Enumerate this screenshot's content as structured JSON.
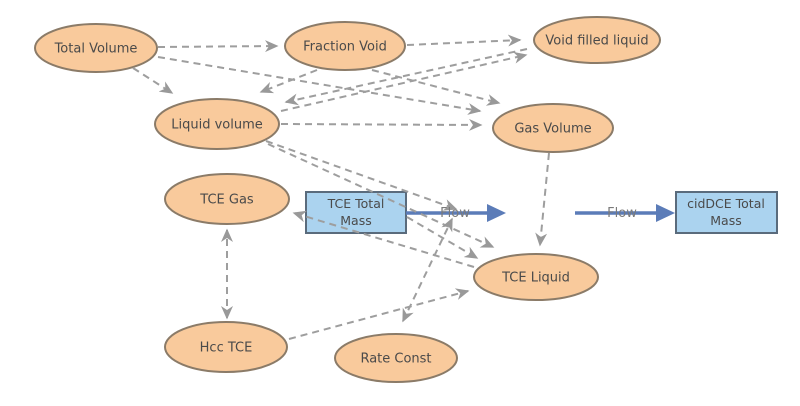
{
  "diagram": {
    "type": "system-dynamics-model",
    "nodes": {
      "total_volume": {
        "label": "Total Volume"
      },
      "fraction_void": {
        "label": "Fraction Void"
      },
      "void_filled_liquid": {
        "label": "Void filled liquid"
      },
      "liquid_volume": {
        "label": "Liquid volume"
      },
      "gas_volume": {
        "label": "Gas Volume"
      },
      "tce_gas": {
        "label": "TCE Gas"
      },
      "tce_liquid": {
        "label": "TCE Liquid"
      },
      "hcc_tce": {
        "label": "Hcc TCE"
      },
      "rate_const": {
        "label": "Rate Const"
      }
    },
    "stocks": {
      "tce_total_mass": {
        "line1": "TCE Total",
        "line2": "Mass"
      },
      "ciddce_total_mass": {
        "line1": "cidDCE Total",
        "line2": "Mass"
      }
    },
    "flows": {
      "flow1": {
        "label": "Flow"
      },
      "flow2": {
        "label": "Flow"
      }
    },
    "colors": {
      "converter_fill": "#f9ca9c",
      "converter_stroke": "#8b7b68",
      "stock_fill": "#abd3ef",
      "stock_stroke": "#5a6b7c",
      "link_color": "#9e9e9e",
      "flow_color": "#5b7cb8",
      "flow_label_color": "#7a7a7a",
      "text_color": "#4a4a4a"
    }
  }
}
